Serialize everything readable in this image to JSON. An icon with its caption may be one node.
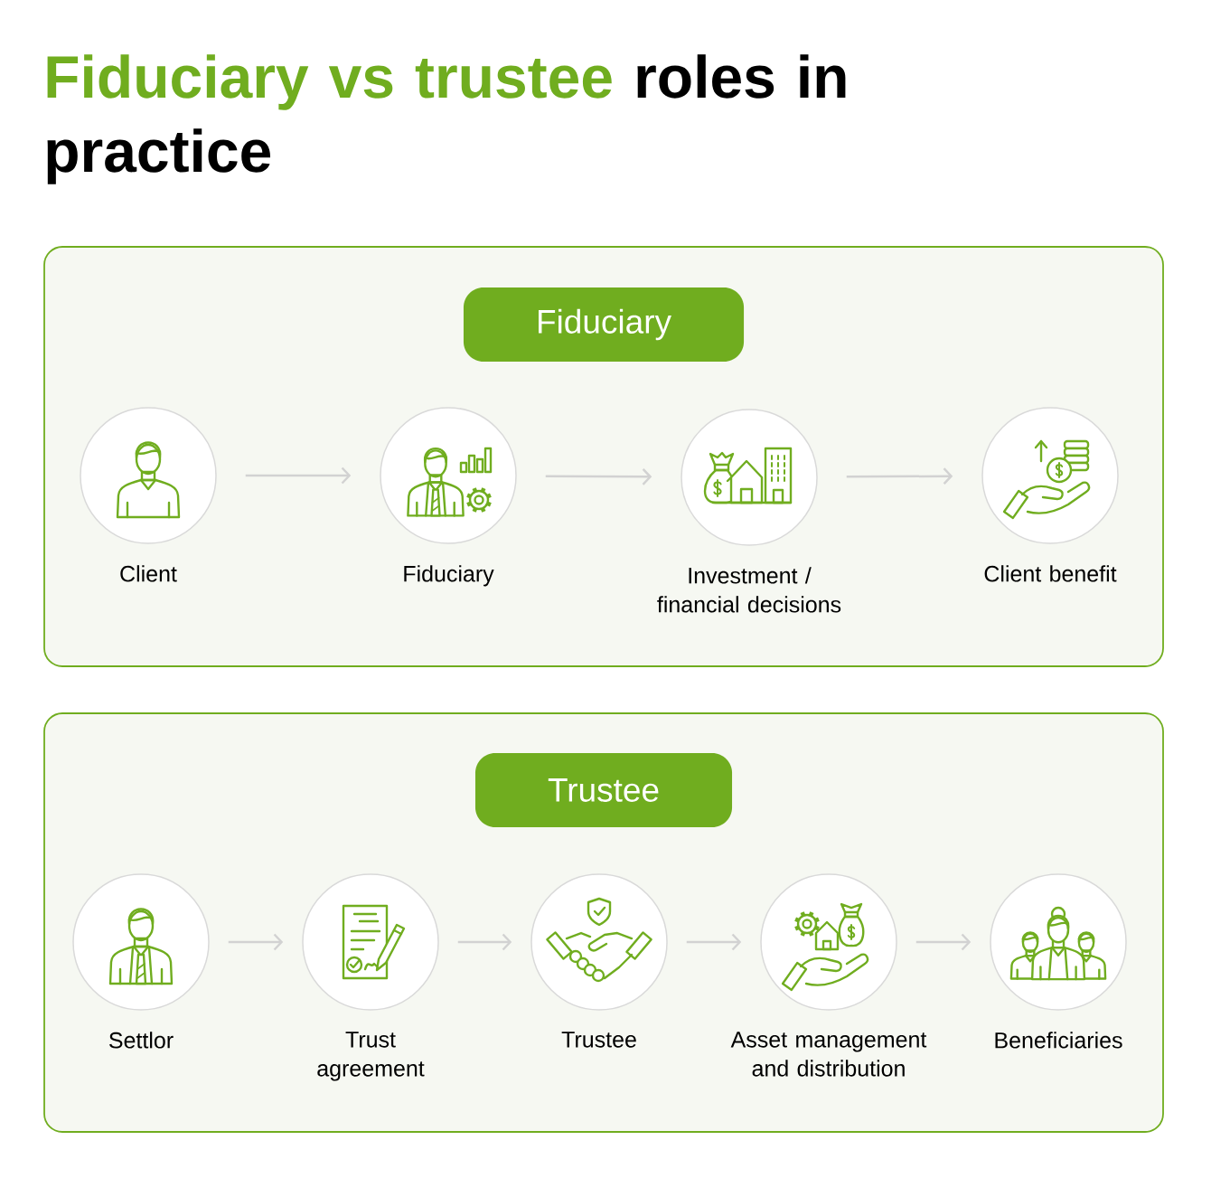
{
  "diagram": {
    "title": "Fiduciary vs trustee roles in practice",
    "nodes": [
      {
        "text": [],
        "shape": "box"
      },
      {
        "text": [
          "Fiduciary"
        ],
        "in": 0
      },
      {
        "text": [
          "Client"
        ],
        "in": 0
      },
      {
        "text": [
          "Fiduciary"
        ],
        "in": 0
      },
      {
        "text": [
          "Investment / financial decisions"
        ],
        "in": 0
      },
      {
        "text": [
          "Client benefit"
        ],
        "in": 0
      },
      {
        "text": [],
        "shape": "box"
      },
      {
        "text": [
          "Trustee"
        ],
        "in": 6
      },
      {
        "text": [
          "Settlor"
        ],
        "in": 6
      },
      {
        "text": [
          "Trust agreement"
        ],
        "in": 6
      },
      {
        "text": [
          "Trustee"
        ],
        "in": 6
      },
      {
        "text": [
          "Asset management and distribution"
        ],
        "in": 6
      },
      {
        "text": [
          "Beneficiaries"
        ],
        "in": 6
      }
    ],
    "edges": [
      {
        "from": 2,
        "to": 3,
        "arrow": "to"
      },
      {
        "from": 3,
        "to": 4,
        "arrow": "to"
      },
      {
        "from": 4,
        "to": 5,
        "arrow": "to"
      },
      {
        "from": 8,
        "to": 9,
        "arrow": "to"
      },
      {
        "from": 9,
        "to": 10,
        "arrow": "to"
      },
      {
        "from": 10,
        "to": 11,
        "arrow": "to"
      },
      {
        "from": 11,
        "to": 12,
        "arrow": "to"
      }
    ]
  }
}
